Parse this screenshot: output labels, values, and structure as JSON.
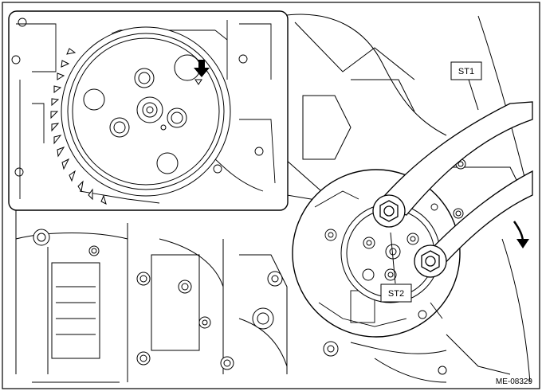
{
  "labels": {
    "st1": "ST1",
    "st2": "ST2",
    "figure_id": "ME-08329"
  },
  "icons": {
    "timing_mark_arrow": "down-arrow-icon",
    "rotation_arrow": "curved-arrow-icon"
  },
  "colors": {
    "line": "#000000",
    "background": "#ffffff"
  }
}
